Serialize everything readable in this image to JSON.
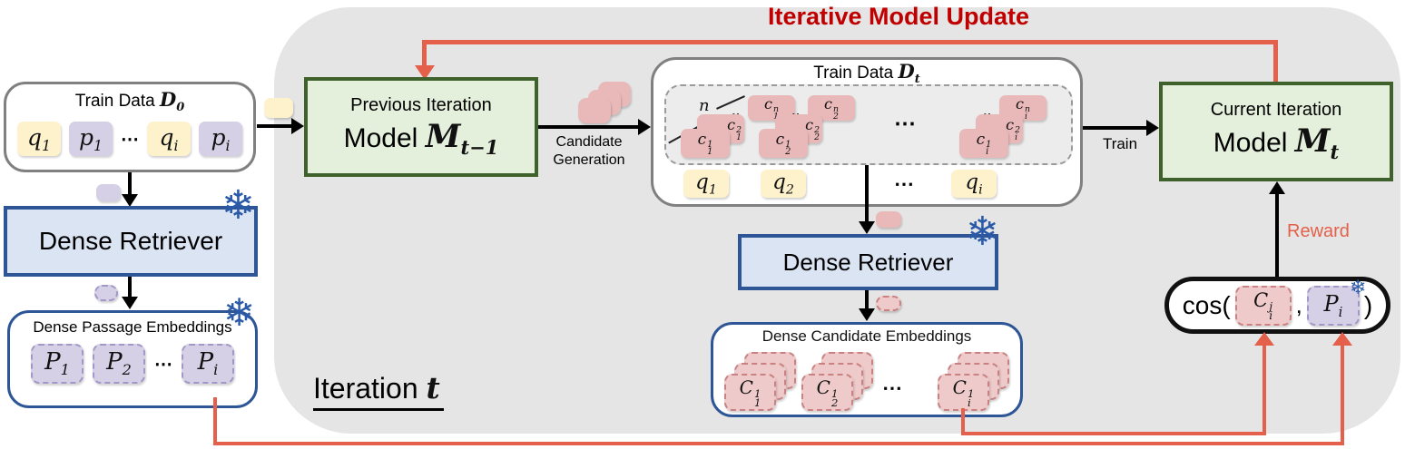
{
  "colors": {
    "accent_red": "#c00000",
    "salmon": "#e4604a",
    "green_fill": "#e4f0dc",
    "green_border": "#3f612b",
    "blue_fill": "#dbe4f3",
    "blue_border": "#2e5596",
    "yellow": "#fdf2cc",
    "lavender": "#d5d0e5",
    "pink": "#e9b9b9",
    "gray_bg": "#e5e5e5",
    "snowflake_blue": "#2b5ba8"
  },
  "icons": {
    "snowflake": "❄"
  },
  "update_loop_label": "Iterative Model Update",
  "iteration": {
    "word": "Iteration",
    "var": "t"
  },
  "d0": {
    "title": "Train Data",
    "d": "D",
    "dsub": "0",
    "tokens": [
      {
        "b": "q",
        "s": "1"
      },
      {
        "b": "p",
        "s": "1"
      },
      {
        "dots": "⋯"
      },
      {
        "b": "q",
        "s": "i"
      },
      {
        "b": "p",
        "s": "i"
      }
    ]
  },
  "left_retriever_label": "Dense Retriever",
  "passage_box": {
    "title": "Dense Passage Embeddings",
    "tokens": [
      {
        "b": "P",
        "s": "1"
      },
      {
        "b": "P",
        "s": "2"
      },
      {
        "dots": "⋯"
      },
      {
        "b": "P",
        "s": "i"
      }
    ]
  },
  "prev_model": {
    "line1": "Previous Iteration",
    "word": "Model",
    "m": "M",
    "msub": "t−1"
  },
  "cand_gen": {
    "line1": "Candidate",
    "line2": "Generation"
  },
  "dt": {
    "title": "Train Data",
    "d": "D",
    "dsub": "t",
    "n_label": "n",
    "mid_dots": "⋯",
    "clusters": [
      {
        "front": {
          "b": "c",
          "sub": "1",
          "sup": "1"
        },
        "back": {
          "b": "c",
          "sub": "1",
          "sup": "2"
        },
        "dots": "‥",
        "top": {
          "b": "c",
          "sub": "1",
          "sup": "n"
        }
      },
      {
        "front": {
          "b": "c",
          "sub": "2",
          "sup": "1"
        },
        "back": {
          "b": "c",
          "sub": "2",
          "sup": "2"
        },
        "dots": "‥",
        "top": {
          "b": "c",
          "sub": "2",
          "sup": "n"
        }
      },
      {
        "front": {
          "b": "c",
          "sub": "i",
          "sup": "1"
        },
        "back": {
          "b": "c",
          "sub": "i",
          "sup": "2"
        },
        "dots": "‥",
        "top": {
          "b": "c",
          "sub": "i",
          "sup": "n"
        }
      }
    ],
    "queries": [
      {
        "b": "q",
        "s": "1"
      },
      {
        "b": "q",
        "s": "2"
      },
      {
        "dots": "⋯"
      },
      {
        "b": "q",
        "s": "i"
      }
    ]
  },
  "mid_retriever_label": "Dense Retriever",
  "cand_emb": {
    "title": "Dense Candidate Embeddings",
    "dots": "⋯",
    "tokens": [
      {
        "b": "C",
        "sub": "1",
        "sup": "1"
      },
      {
        "b": "C",
        "sub": "2",
        "sup": "1"
      },
      {
        "b": "C",
        "sub": "i",
        "sup": "1"
      }
    ]
  },
  "train_label": "Train",
  "current_model": {
    "line1": "Current Iteration",
    "word": "Model",
    "m": "M",
    "msub": "t"
  },
  "reward": {
    "label": "Reward",
    "func": "cos(",
    "comma": ",",
    "close": ")",
    "c": {
      "b": "C",
      "sub": "i",
      "sup": "j"
    },
    "p": {
      "b": "P",
      "s": "i"
    }
  }
}
